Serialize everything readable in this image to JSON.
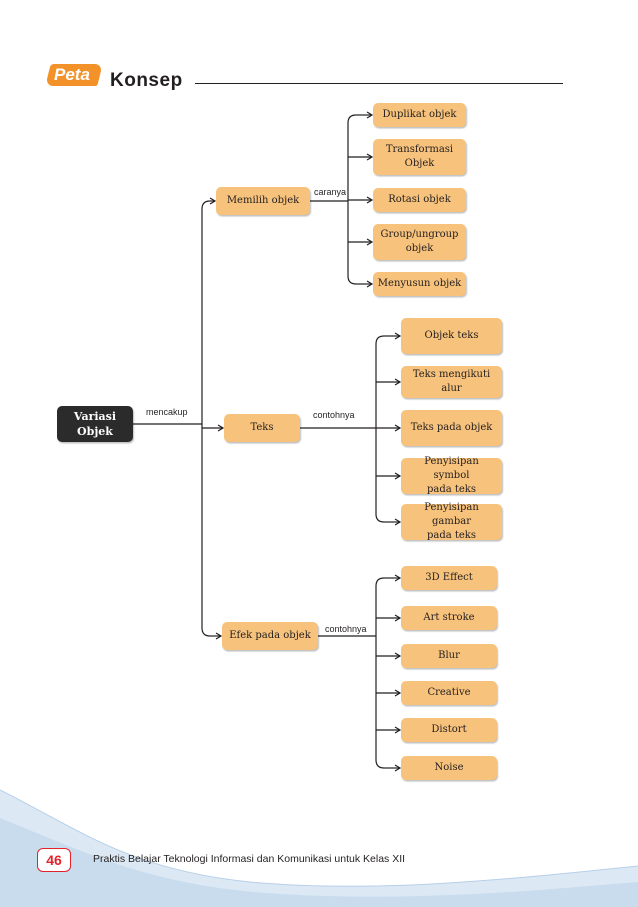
{
  "header": {
    "tag": "Peta",
    "title": "Konsep"
  },
  "diagram": {
    "root": "Variasi\nObjek",
    "root_edge_label": "mencakup",
    "branches": [
      {
        "label": "Memilih objek",
        "edge_label": "caranya",
        "children": [
          "Duplikat objek",
          "Transformasi\nObjek",
          "Rotasi objek",
          "Group/ungroup\nobjek",
          "Menyusun objek"
        ]
      },
      {
        "label": "Teks",
        "edge_label": "contohnya",
        "children": [
          "Objek teks",
          "Teks mengikuti alur",
          "Teks pada objek",
          "Penyisipan symbol\npada teks",
          "Penyisipan gambar\npada teks"
        ]
      },
      {
        "label": "Efek pada objek",
        "edge_label": "contohnya",
        "children": [
          "3D Effect",
          "Art stroke",
          "Blur",
          "Creative",
          "Distort",
          "Noise"
        ]
      }
    ]
  },
  "colors": {
    "node_fill": "#f7c27b",
    "root_fill": "#2b2b2b",
    "accent_orange": "#f4922a",
    "page_num_red": "#e3222b",
    "wave_blue": "#dce9f5"
  },
  "footer": {
    "page_number": "46",
    "book_title": "Praktis Belajar Teknologi Informasi dan Komunikasi untuk Kelas XII"
  }
}
